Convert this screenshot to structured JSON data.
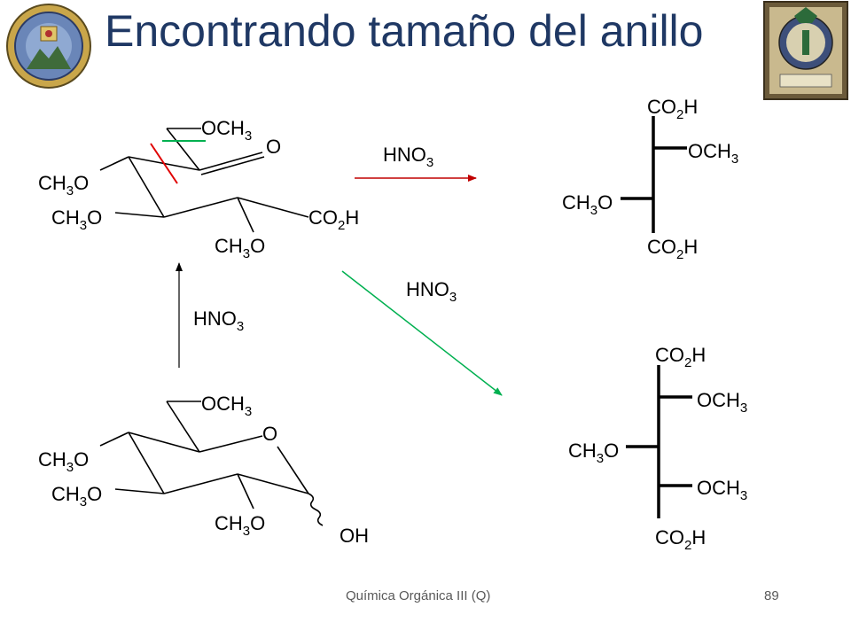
{
  "slide": {
    "title": "Encontrando tamaño del anillo",
    "footer": "Química Orgánica III (Q)",
    "page_number": "89",
    "logo_left": "university-seal",
    "logo_right": "faculty-crest"
  },
  "molecules": {
    "lactone": {
      "och3_top": "OCH",
      "och3_top_sub": "3",
      "ring_o": "O",
      "ch3o_left_upper": "CH",
      "ch3o_left_upper_sub": "3",
      "ch3o_left_upper_end": "O",
      "ch3o_left_lower": "CH",
      "ch3o_left_lower_sub": "3",
      "ch3o_left_lower_end": "O",
      "co2h": "CO",
      "co2h_sub": "2",
      "co2h_end": "H",
      "ch3o_bottom": "CH",
      "ch3o_bottom_sub": "3",
      "ch3o_bottom_end": "O"
    },
    "pyranose": {
      "och3_top": "OCH",
      "och3_top_sub": "3",
      "ring_o": "O",
      "ch3o_left_upper": "CH",
      "ch3o_left_upper_sub": "3",
      "ch3o_left_upper_end": "O",
      "ch3o_left_lower": "CH",
      "ch3o_left_lower_sub": "3",
      "ch3o_left_lower_end": "O",
      "ch3o_bottom": "CH",
      "ch3o_bottom_sub": "3",
      "ch3o_bottom_end": "O",
      "oh": "OH"
    },
    "acid_three": {
      "co2h_top": "CO",
      "co2h_top_sub": "2",
      "co2h_top_end": "H",
      "och3": "OCH",
      "och3_sub": "3",
      "ch3o": "CH",
      "ch3o_sub": "3",
      "ch3o_end": "O",
      "co2h_bottom": "CO",
      "co2h_bottom_sub": "2",
      "co2h_bottom_end": "H"
    },
    "acid_four": {
      "co2h_top": "CO",
      "co2h_top_sub": "2",
      "co2h_top_end": "H",
      "och3_upper": "OCH",
      "och3_upper_sub": "3",
      "ch3o": "CH",
      "ch3o_sub": "3",
      "ch3o_end": "O",
      "och3_lower": "OCH",
      "och3_lower_sub": "3",
      "co2h_bottom": "CO",
      "co2h_bottom_sub": "2",
      "co2h_bottom_end": "H"
    }
  },
  "reagents": {
    "right": "HNO",
    "right_sub": "3",
    "diagonal": "HNO",
    "diagonal_sub": "3",
    "up": "HNO",
    "up_sub": "3"
  },
  "colors": {
    "title": "#1f3864",
    "arrow_right": "#c00000",
    "arrow_diagonal": "#00b050",
    "arrow_up": "#000000",
    "cleave_mark": "#e00000",
    "keep_mark": "#00b050"
  }
}
